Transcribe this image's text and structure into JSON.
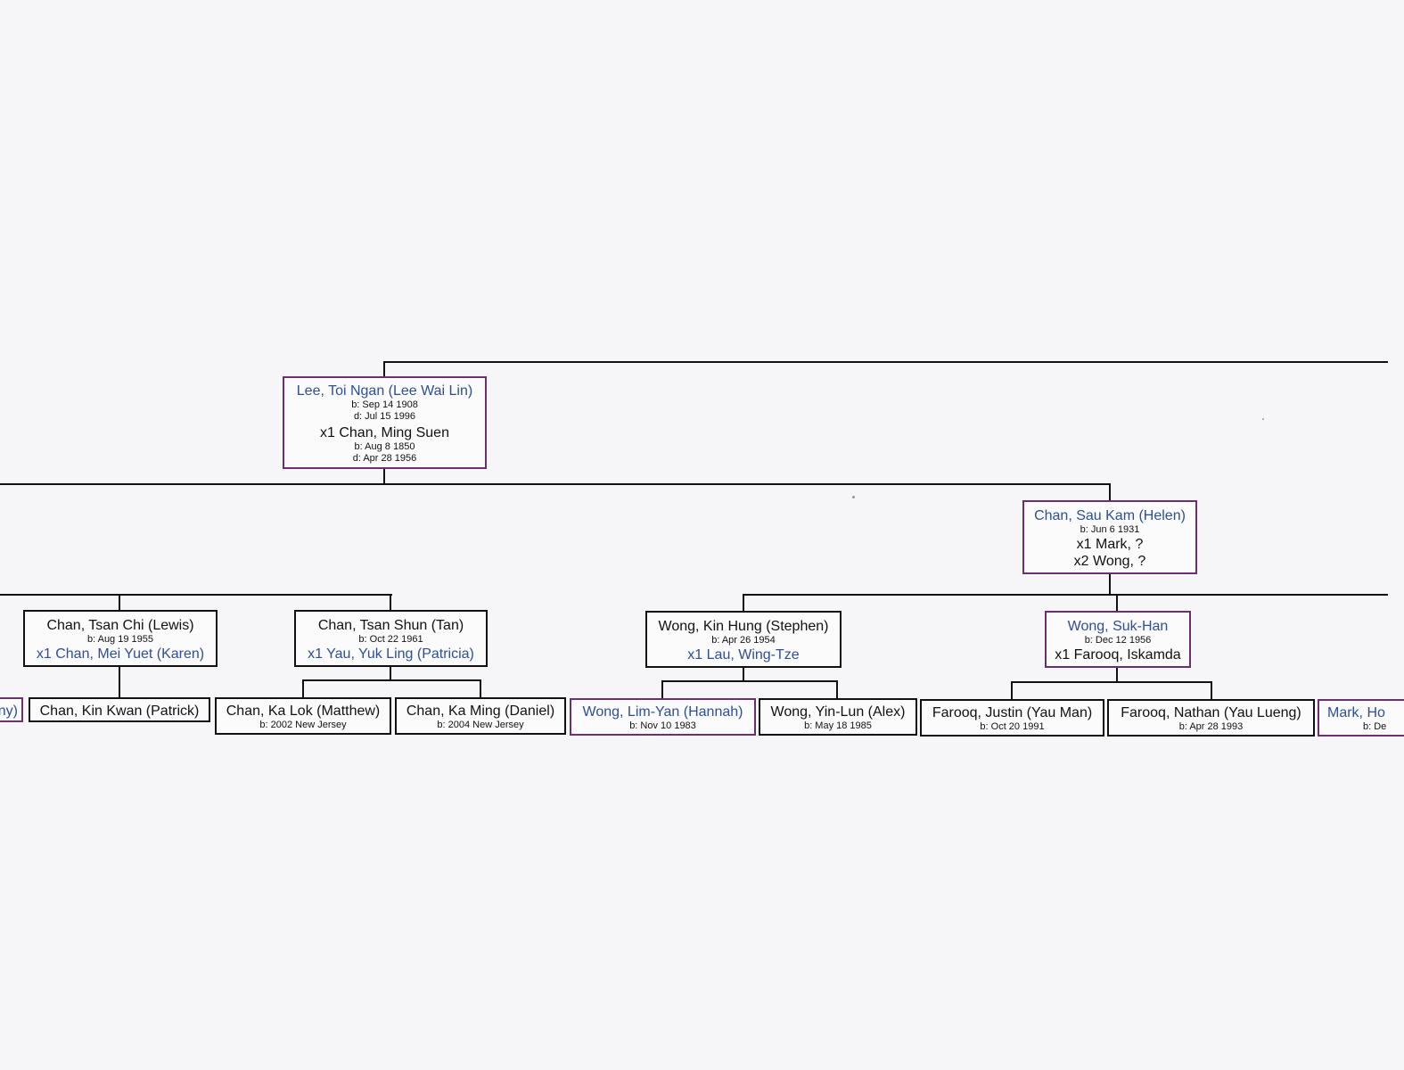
{
  "colors": {
    "line": "#111111",
    "male_border": "#111111",
    "female_border": "#6b2f6f",
    "blue_name": "#2d4e9a",
    "background": "#f6f5f7"
  },
  "people": {
    "lee_toi_ngan": {
      "name": "Lee, Toi Ngan (Lee Wai Lin)",
      "born": "b: Sep 14 1908",
      "died": "d: Jul 15 1996",
      "spouse1": "x1 Chan, Ming Suen",
      "spouse1_born": "b: Aug 8 1850",
      "spouse1_died": "d: Apr 28 1956"
    },
    "chan_sau_kam": {
      "name": "Chan, Sau Kam (Helen)",
      "born": "b: Jun 6 1931",
      "spouse1": "x1 Mark, ?",
      "spouse2": "x2 Wong, ?"
    },
    "chan_tsan_chi": {
      "name": "Chan, Tsan Chi (Lewis)",
      "born": "b: Aug 19 1955",
      "spouse1": "x1 Chan, Mei Yuet (Karen)"
    },
    "chan_tsan_shun": {
      "name": "Chan, Tsan Shun (Tan)",
      "born": "b: Oct 22 1961",
      "spouse1": "x1 Yau, Yuk Ling (Patricia)"
    },
    "wong_kin_hung": {
      "name": "Wong, Kin Hung (Stephen)",
      "born": "b: Apr 26 1954",
      "spouse1": "x1 Lau, Wing-Tze"
    },
    "wong_suk_han": {
      "name": "Wong, Suk-Han",
      "born": "b: Dec 12 1956",
      "spouse1": "x1 Farooq, Iskamda"
    },
    "partial_left": {
      "name": "ny)"
    },
    "chan_kin_kwan": {
      "name": "Chan, Kin Kwan (Patrick)"
    },
    "chan_ka_lok": {
      "name": "Chan, Ka Lok (Matthew)",
      "born": "b: 2002 New Jersey"
    },
    "chan_ka_ming": {
      "name": "Chan, Ka Ming (Daniel)",
      "born": "b: 2004 New Jersey"
    },
    "wong_lim_yan": {
      "name": "Wong, Lim-Yan (Hannah)",
      "born": "b: Nov 10 1983"
    },
    "wong_yin_lun": {
      "name": "Wong, Yin-Lun (Alex)",
      "born": "b: May 18 1985"
    },
    "farooq_justin": {
      "name": "Farooq, Justin (Yau Man)",
      "born": "b: Oct 20 1991"
    },
    "farooq_nathan": {
      "name": "Farooq, Nathan (Yau Lueng)",
      "born": "b: Apr 28 1993"
    },
    "mark_partial": {
      "name": "Mark, Ho",
      "born": "b: De"
    }
  }
}
